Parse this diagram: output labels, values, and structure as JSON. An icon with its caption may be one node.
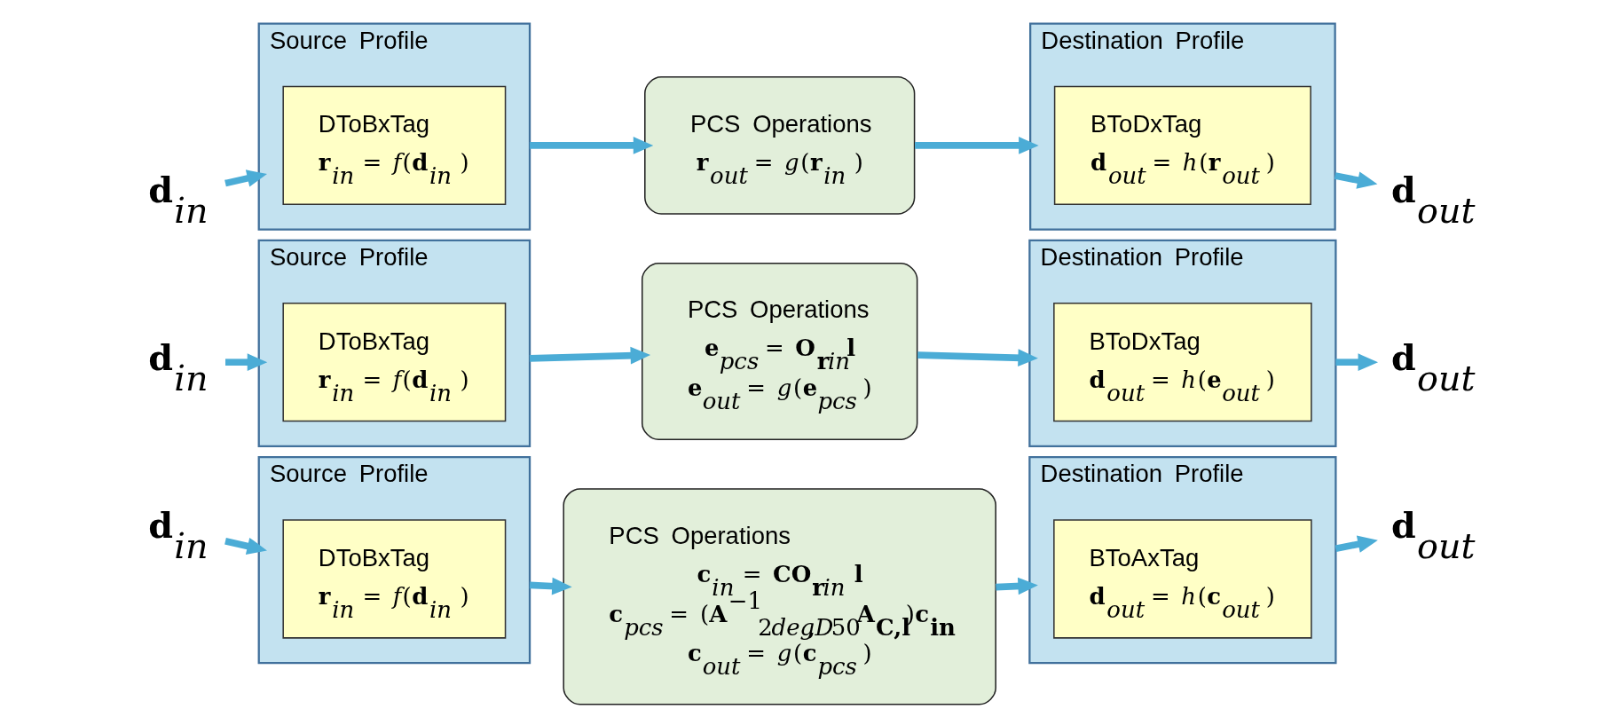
{
  "diagram": {
    "nodes": [
      {
        "text": [
          "**d**$_{in}$"
        ]
      },
      {
        "text": [
          "Source Profile"
        ]
      },
      {
        "text": [
          "DToBxTag",
          "**r**$_{in}$ = f(**d**$_{in}$ )"
        ],
        "in": 1
      },
      {
        "text": [
          "PCS Operations",
          "**r**$_{out}$ = g(**r**$_{in}$ )"
        ]
      },
      {
        "text": [
          "Destination Profile"
        ]
      },
      {
        "text": [
          "BToDxTag",
          "**d**$_{out}$ = h(**r**$_{out}$ )"
        ],
        "in": 4
      },
      {
        "text": [
          "**d**$_{out}$"
        ]
      },
      {
        "text": [
          "**d**$_{in}$"
        ]
      },
      {
        "text": [
          "Source Profile"
        ]
      },
      {
        "text": [
          "DToBxTag",
          "**r**$_{in}$ = f(**d**$_{in}$ )"
        ],
        "in": 8
      },
      {
        "text": [
          "PCS Operations",
          "**e**$_{pcs}$ = **O$_{r}$**$_{in}$**l**",
          "**e**$_{out}$ = g(**e**$_{pcs}$ )"
        ]
      },
      {
        "text": [
          "Destination Profile"
        ]
      },
      {
        "text": [
          "BToDxTag",
          "**d**$_{out}$ = h(**e**$_{out}$ )"
        ],
        "in": 11
      },
      {
        "text": [
          "**d**$_{out}$"
        ]
      },
      {
        "text": [
          "**d**$_{in}$"
        ]
      },
      {
        "text": [
          "Source Profile"
        ]
      },
      {
        "text": [
          "DToBxTag",
          "**r**$_{in}$ = f(**d**$_{in}$ )"
        ],
        "in": 15
      },
      {
        "text": [
          "PCS Operations",
          "**c**$_{in}$ = **CO$_{r}$**$_{in}$ **l**",
          "**c**$_{pcs}$ = (**A**$^{−1}$$_{2deg,D50}$**A$_{C,l}$**)**c$_{in}$**",
          "**c**$_{out}$ = g(**c**$_{pcs}$ )"
        ]
      },
      {
        "text": [
          "Destination Profile"
        ]
      },
      {
        "text": [
          "BToAxTag",
          "**d**$_{out}$ = h(**c**$_{out}$ )"
        ],
        "in": 18
      },
      {
        "text": [
          "**d**$_{out}$"
        ]
      }
    ],
    "edges": [
      {
        "from": 0,
        "to": 1,
        "arrow": "to"
      },
      {
        "from": 1,
        "to": 3,
        "arrow": "to"
      },
      {
        "from": 3,
        "to": 4,
        "arrow": "to"
      },
      {
        "from": 4,
        "to": 6,
        "arrow": "to"
      },
      {
        "from": 7,
        "to": 8,
        "arrow": "to"
      },
      {
        "from": 8,
        "to": 10,
        "arrow": "to"
      },
      {
        "from": 10,
        "to": 11,
        "arrow": "to"
      },
      {
        "from": 11,
        "to": 13,
        "arrow": "to"
      },
      {
        "from": 14,
        "to": 15,
        "arrow": "to"
      },
      {
        "from": 15,
        "to": 17,
        "arrow": "to"
      },
      {
        "from": 17,
        "to": 18,
        "arrow": "to"
      },
      {
        "from": 18,
        "to": 20,
        "arrow": "to"
      }
    ]
  }
}
